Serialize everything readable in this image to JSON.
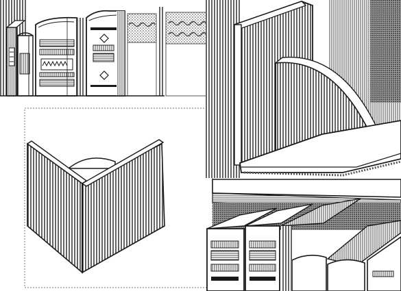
{
  "image": {
    "style": "monochrome engraving",
    "ink_color": "#1a1a1a",
    "paper_color": "#ffffff",
    "hatch_color": "#2b2b2b",
    "panels": {
      "top_left": "books-on-shelf",
      "bottom_left": "corner-bookend-detail",
      "right": "bookend-on-shelf-with-books"
    },
    "icons": [
      "book-icon",
      "bookend-icon",
      "shelf-icon"
    ]
  }
}
